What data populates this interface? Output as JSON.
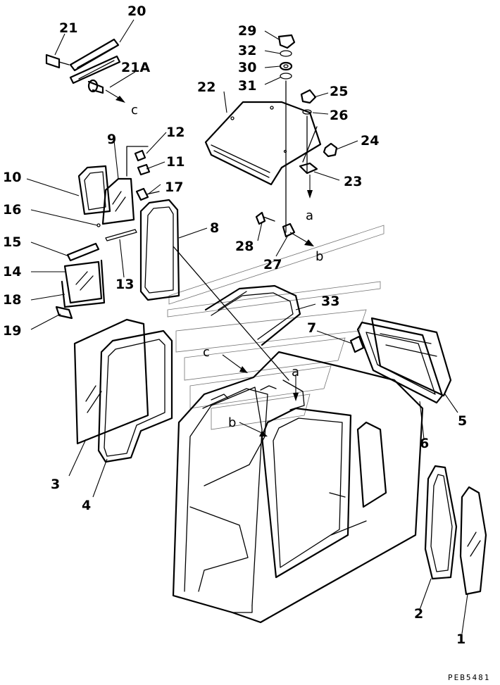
{
  "diagram": {
    "part_numbers": {
      "p1": "1",
      "p2": "2",
      "p3": "3",
      "p4": "4",
      "p5": "5",
      "p6": "6",
      "p7": "7",
      "p8": "8",
      "p9": "9",
      "p10": "10",
      "p11": "11",
      "p12": "12",
      "p13": "13",
      "p14": "14",
      "p15": "15",
      "p16": "16",
      "p17": "17",
      "p18": "18",
      "p19": "19",
      "p20": "20",
      "p21": "21",
      "p21a": "21A",
      "p22": "22",
      "p23": "23",
      "p24": "24",
      "p25": "25",
      "p26": "26",
      "p27": "27",
      "p28": "28",
      "p29": "29",
      "p30": "30",
      "p31": "31",
      "p32": "32",
      "p33": "33"
    },
    "reference_letters": {
      "a_top": "a",
      "b_top": "b",
      "c_top": "c",
      "a_cab": "a",
      "b_cab": "b",
      "c_cab": "c"
    },
    "drawing_code": "PEB5481"
  }
}
